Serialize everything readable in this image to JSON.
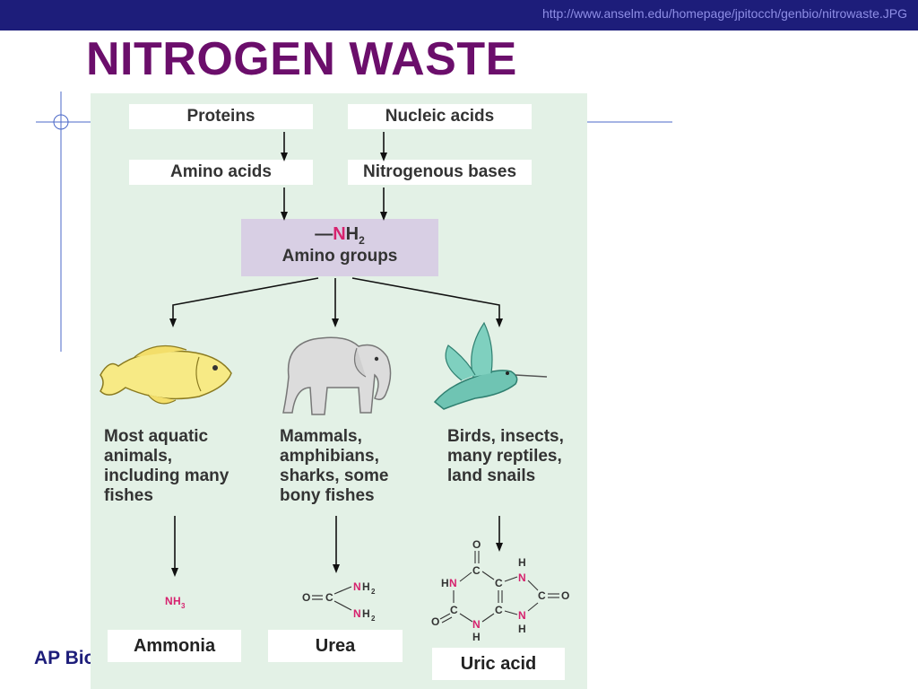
{
  "header": {
    "url": "http://www.anselm.edu/homepage/jpitocch/genbio/nitrowaste.JPG",
    "title": "NITROGEN WASTE",
    "footer": "AP Bio"
  },
  "sources": {
    "proteins": "Proteins",
    "amino_acids": "Amino acids",
    "nucleic_acids": "Nucleic acids",
    "nitrogenous_bases": "Nitrogenous bases"
  },
  "amino_group": {
    "formula_dash": "—",
    "formula_n": "N",
    "formula_h": "H",
    "formula_sub": "2",
    "label": "Amino groups"
  },
  "groups": [
    {
      "organism": "fish-illustration",
      "description": "Most aquatic\nanimals,\nincluding many\nfishes",
      "product": "Ammonia"
    },
    {
      "organism": "elephant-illustration",
      "description": "Mammals,\namphibians,\nsharks, some\nbony fishes",
      "product": "Urea"
    },
    {
      "organism": "hummingbird-illustration",
      "description": "Birds, insects,\nmany reptiles,\nland snails",
      "product": "Uric acid"
    }
  ],
  "colors": {
    "header_bar": "#1d1d7a",
    "title": "#6b0e6b",
    "panel": "#e3f1e6",
    "amino_box": "#d8cfe4",
    "nitrogen_highlight": "#d6226e"
  }
}
